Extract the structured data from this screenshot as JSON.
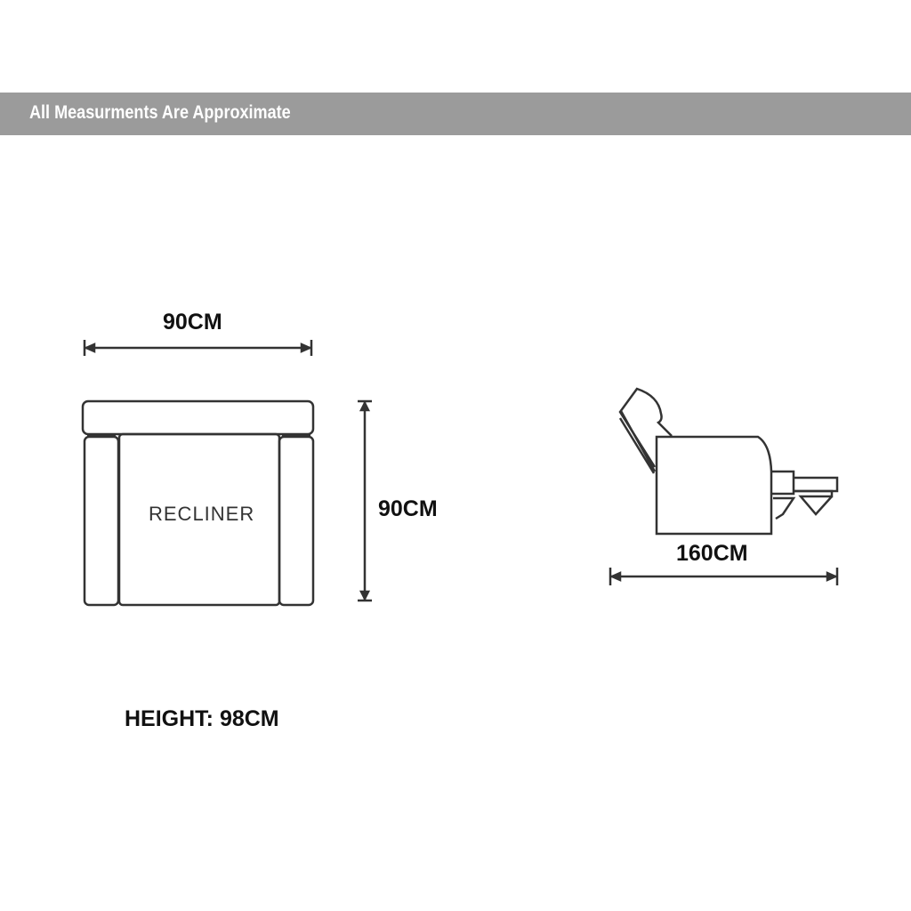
{
  "banner": {
    "text": "All Measurments Are Approximate"
  },
  "top_view": {
    "label": "RECLINER",
    "width_label": "90CM",
    "depth_label": "90CM"
  },
  "side_view": {
    "length_label": "160CM"
  },
  "height_label": "HEIGHT: 98CM",
  "colors": {
    "banner": "#9b9b9b",
    "line": "#333333"
  }
}
